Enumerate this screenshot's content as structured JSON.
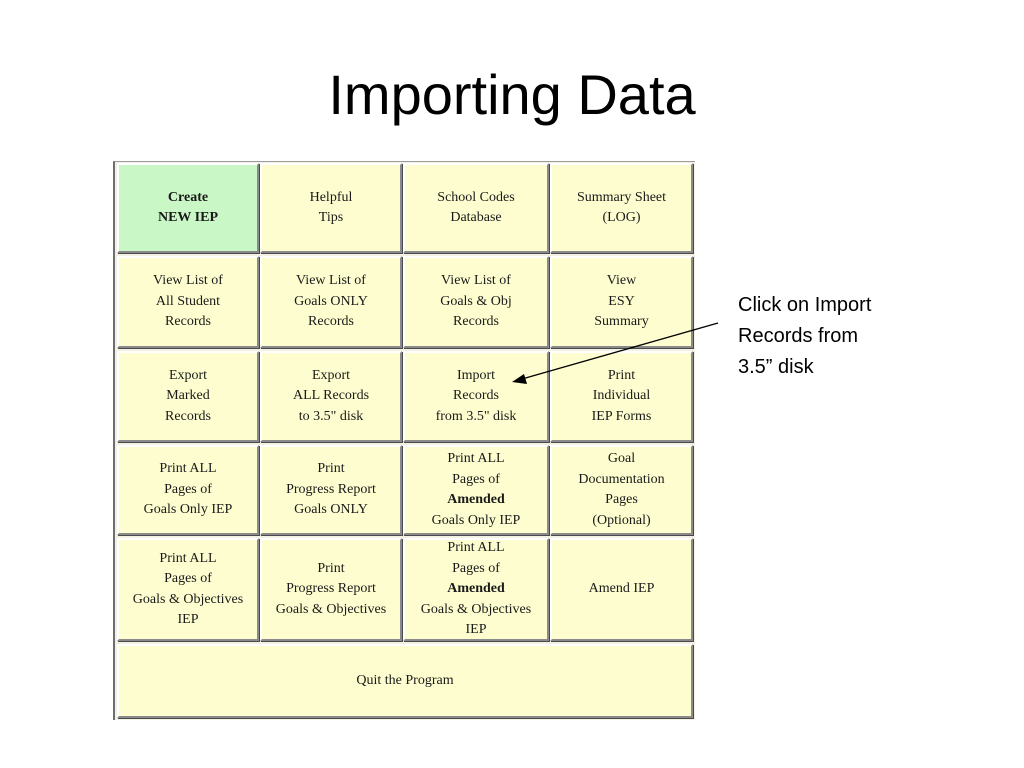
{
  "title": "Importing Data",
  "annotation": {
    "line1": "Click on Import",
    "line2": "Records from",
    "line3": "3.5” disk"
  },
  "menu": {
    "create_iep": "Create\nNEW IEP",
    "helpful_tips": "Helpful\nTips",
    "school_codes": "School Codes\nDatabase",
    "summary_sheet": "Summary Sheet\n(LOG)",
    "view_all_students": "View List of\nAll Student\nRecords",
    "view_goals_only": "View List of\nGoals ONLY\nRecords",
    "view_goals_obj": "View List of\nGoals & Obj\nRecords",
    "view_esy": "View\nESY\nSummary",
    "export_marked": "Export\nMarked\nRecords",
    "export_all": "Export\nALL Records\nto 3.5\" disk",
    "import_records": "Import\nRecords\nfrom 3.5\" disk",
    "print_individual": "Print\nIndividual\nIEP Forms",
    "print_all_goals_only": "Print ALL\nPages of\nGoals Only IEP",
    "print_progress_goals_only": "Print\nProgress Report\nGoals ONLY",
    "amended_goals_only": {
      "l1": "Print ALL",
      "l2": "Pages of",
      "l3": "Amended",
      "l4": "Goals Only IEP"
    },
    "goal_documentation": "Goal\nDocumentation\nPages\n(Optional)",
    "print_all_goals_obj": "Print ALL\nPages of\nGoals & Objectives\nIEP",
    "print_progress_goals_obj": "Print\nProgress Report\nGoals & Objectives",
    "amended_goals_obj": {
      "l1": "Print ALL",
      "l2": "Pages of",
      "l3": "Amended",
      "l4": "Goals & Objectives",
      "l5": "IEP"
    },
    "amend_iep": "Amend IEP",
    "quit": "Quit the Program"
  },
  "colors": {
    "button_yellow": "#fdfdcf",
    "button_green": "#c9f7c5"
  }
}
